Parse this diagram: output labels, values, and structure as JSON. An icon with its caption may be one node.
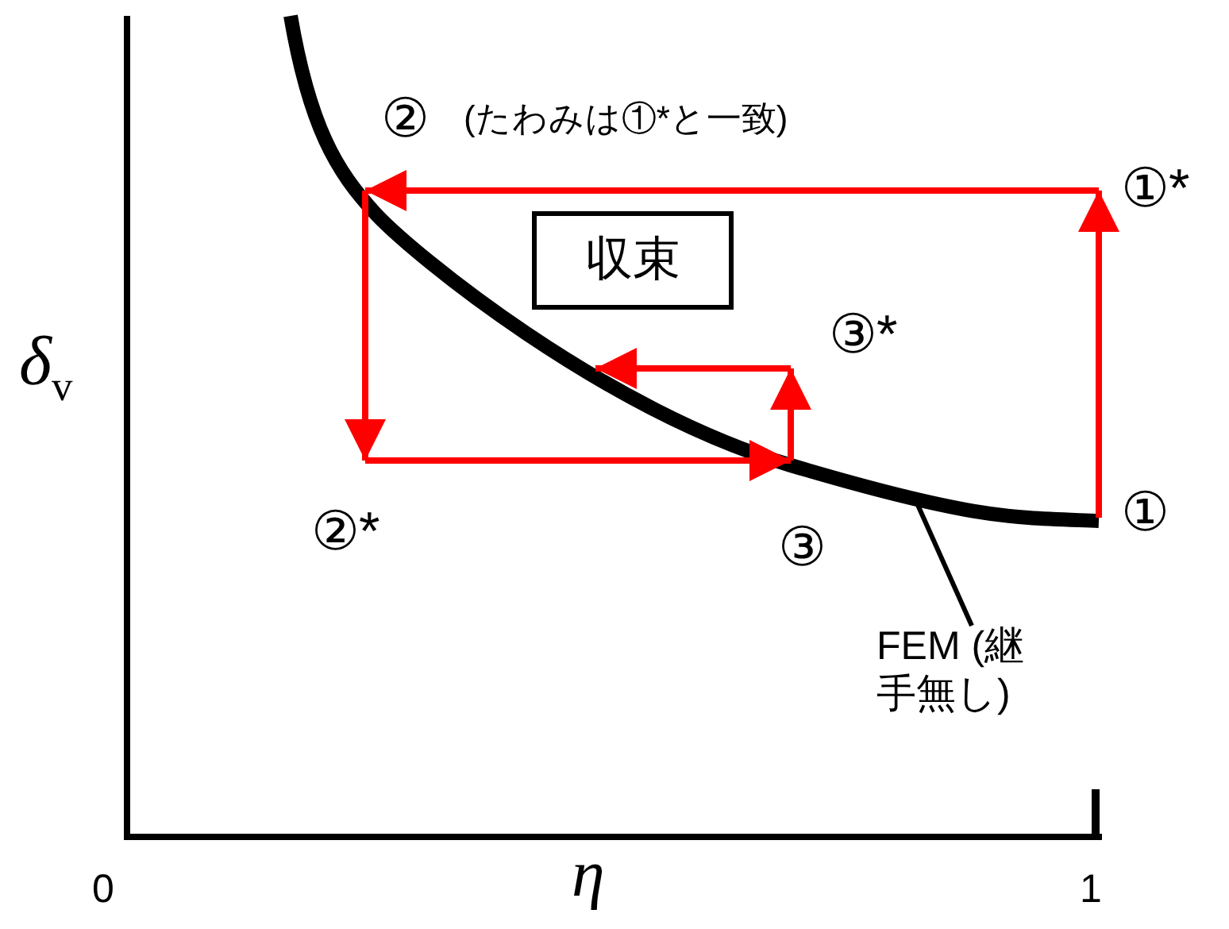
{
  "diagram": {
    "nodes": [
      {
        "text": [
          "②"
        ],
        "beside": [
          "(たわみは①*と一致)"
        ]
      },
      {
        "text": [
          "①*"
        ]
      },
      {
        "text": [
          "収束"
        ]
      },
      {
        "text": [
          "③*"
        ]
      },
      {
        "text": [
          "①"
        ]
      },
      {
        "text": [
          "②*"
        ]
      },
      {
        "text": [
          "③"
        ]
      },
      {
        "text": [
          "FEM (継手無し)"
        ]
      }
    ],
    "edges": [
      {
        "from": 4,
        "to": 1,
        "arrow": "to"
      },
      {
        "from": 1,
        "to": 0,
        "arrow": "to"
      },
      {
        "from": 0,
        "to": 5,
        "arrow": "to"
      },
      {
        "from": 5,
        "to": 6,
        "arrow": "to"
      },
      {
        "from": 6,
        "to": 3,
        "arrow": "to"
      },
      {
        "from": 3,
        "to": null,
        "arrow": "to"
      },
      {
        "from": 7,
        "to": null,
        "arrow": "none",
        "color": "#000000"
      }
    ],
    "labels": [
      "δ$_{v}$",
      "0",
      "η",
      "1"
    ]
  }
}
